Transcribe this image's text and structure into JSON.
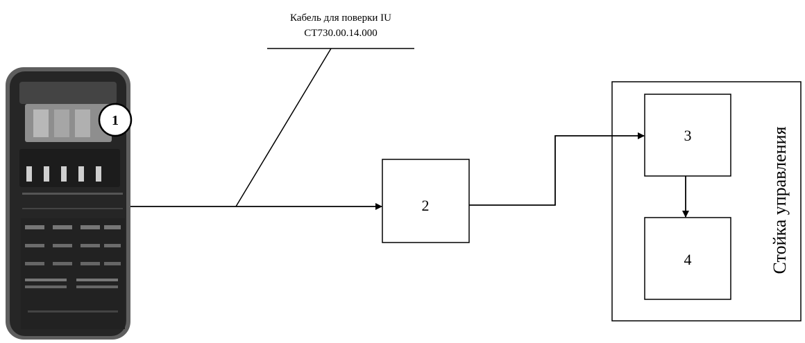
{
  "cable": {
    "line1": "Кабель для поверки IU",
    "line2": "СТ730.00.14.000"
  },
  "device": {
    "marker": "1"
  },
  "blocks": {
    "b2": "2",
    "b3": "3",
    "b4": "4"
  },
  "rack": {
    "label": "Стойка управления"
  },
  "colors": {
    "line": "#000000",
    "device_body": "#2a2a2a",
    "device_frame": "#6f6f6f",
    "device_screen": "#9a9a9a"
  }
}
